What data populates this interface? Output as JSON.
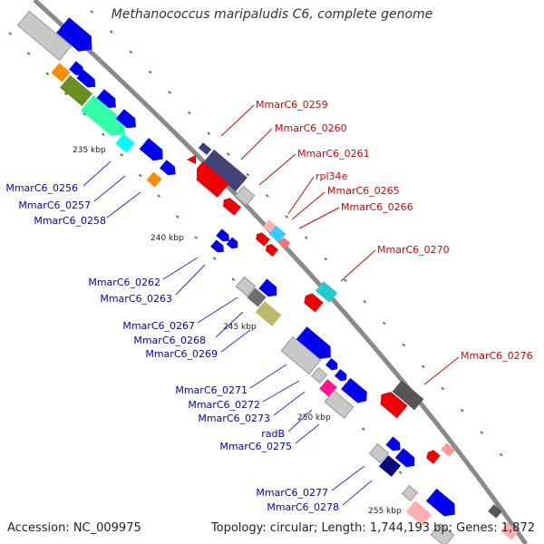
{
  "title": "Methanococcus maripaludis C6, complete genome",
  "accession": "Accession: NC_009975",
  "topology": "Topology: circular; Length: 1,744,193 bp; Genes: 1,872",
  "colors": {
    "backbone": "#888888",
    "forward_label": "#0000cc",
    "reverse_label": "#dd0000",
    "tick": "#339933",
    "callout_forward": "#2233cc",
    "callout_reverse": "#dd0000"
  },
  "kbp_labels": [
    "235 kbp",
    "240 kbp",
    "245 kbp",
    "250 kbp",
    "255 kbp"
  ],
  "forward_genes": [
    "MmarC6_0256",
    "MmarC6_0257",
    "MmarC6_0258",
    "MmarC6_0262",
    "MmarC6_0263",
    "MmarC6_0267",
    "MmarC6_0268",
    "MmarC6_0269",
    "MmarC6_0271",
    "MmarC6_0272",
    "MmarC6_0273",
    "radB",
    "MmarC6_0275",
    "MmarC6_0277",
    "MmarC6_0278"
  ],
  "reverse_genes": [
    "MmarC6_0259",
    "MmarC6_0260",
    "MmarC6_0261",
    "rpl34e",
    "MmarC6_0265",
    "MmarC6_0266",
    "MmarC6_0270",
    "MmarC6_0276"
  ]
}
